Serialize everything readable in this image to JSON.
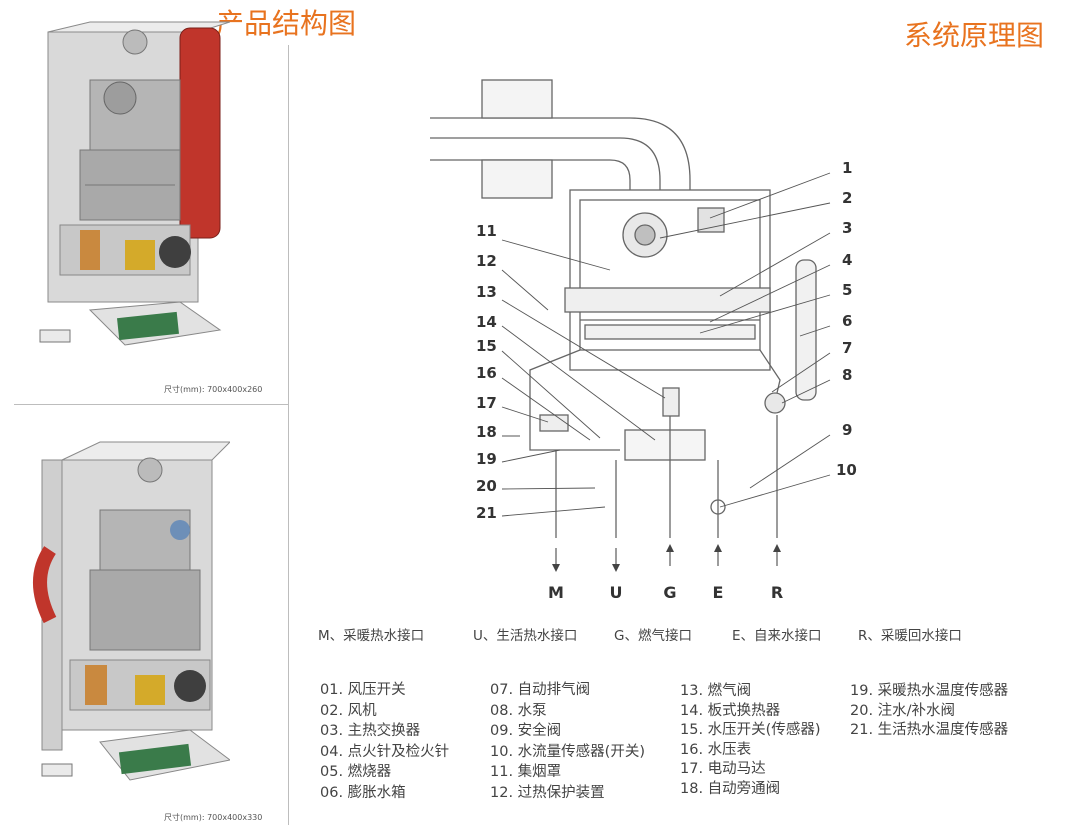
{
  "header": {
    "left_title": "产品结构图",
    "right_title": "系统原理图"
  },
  "products": [
    {
      "size_label": "尺寸(mm): 700x400x260"
    },
    {
      "size_label": "尺寸(mm): 700x400x330"
    }
  ],
  "diagram": {
    "callouts": [
      "1",
      "2",
      "3",
      "4",
      "5",
      "6",
      "7",
      "8",
      "9",
      "10",
      "11",
      "12",
      "13",
      "14",
      "15",
      "16",
      "17",
      "18",
      "19",
      "20",
      "21"
    ],
    "port_letters": [
      "M",
      "U",
      "G",
      "E",
      "R"
    ]
  },
  "ports_legend": [
    "M、采暖热水接口",
    "U、生活热水接口",
    "G、燃气接口",
    "E、自来水接口",
    "R、采暖回水接口"
  ],
  "parts": [
    [
      "01. 风压开关",
      "02. 风机",
      "03. 主热交换器",
      "04. 点火针及检火针",
      "05. 燃烧器",
      "06. 膨胀水箱"
    ],
    [
      "07. 自动排气阀",
      "08. 水泵",
      "09. 安全阀",
      "10. 水流量传感器(开关)",
      "11. 集烟罩",
      "12. 过热保护装置"
    ],
    [
      "13. 燃气阀",
      "14. 板式换热器",
      "15. 水压开关(传感器)",
      "16. 水压表",
      "17. 电动马达",
      "18. 自动旁通阀"
    ],
    [
      "19. 采暖热水温度传感器",
      "20. 注水/补水阀",
      "21. 生活热水温度传感器"
    ]
  ]
}
